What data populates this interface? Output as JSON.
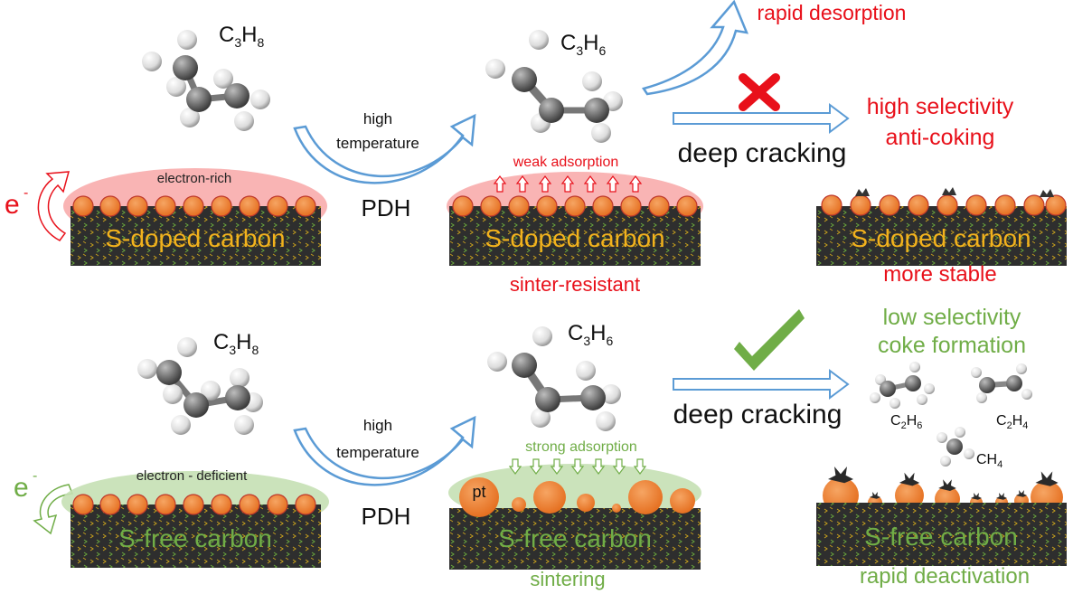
{
  "colors": {
    "red_text": "#e8101a",
    "green_text": "#70ad47",
    "orange_particle": "#ee7d2d",
    "carbon_dark": "#2e2e2e",
    "carbon_label": "#f2b21d",
    "arrow_blue": "#5b9bd5",
    "red_glow": "#f79b9b",
    "green_glow": "#c5e0b4"
  },
  "molecules": {
    "propane": {
      "base": "C",
      "sub1": "3",
      "mid": "H",
      "sub2": "8"
    },
    "propylene": {
      "base": "C",
      "sub1": "3",
      "mid": "H",
      "sub2": "6"
    },
    "ethane": {
      "base": "C",
      "sub1": "2",
      "mid": "H",
      "sub2": "6"
    },
    "ethylene": {
      "base": "C",
      "sub1": "2",
      "mid": "H",
      "sub2": "4"
    },
    "methane": {
      "base": "CH",
      "sub1": "4"
    }
  },
  "top_row": {
    "electron_label": "e",
    "electron_sup": "-",
    "surface_label": "electron-rich",
    "substrate_label": "S-doped carbon",
    "process_line1": "high",
    "process_line2": "temperature",
    "process_name": "PDH",
    "adsorption_label": "weak adsorption",
    "mid_caption": "sinter-resistant",
    "desorption_label": "rapid desorption",
    "cracking_label": "deep cracking",
    "cracking_blocked_icon": "cross-icon",
    "outcome_line1": "high selectivity",
    "outcome_line2": "anti-coking",
    "right_caption": "more stable"
  },
  "bottom_row": {
    "electron_label": "e",
    "electron_sup": "-",
    "surface_label": "electron - deficient",
    "substrate_label": "S-free carbon",
    "process_line1": "high",
    "process_line2": "temperature",
    "process_name": "PDH",
    "adsorption_label": "strong adsorption",
    "particle_label": "pt",
    "mid_caption": "sintering",
    "cracking_label": "deep cracking",
    "cracking_allowed_icon": "check-icon",
    "outcome_line1": "low selectivity",
    "outcome_line2": "coke formation",
    "right_caption": "rapid deactivation"
  }
}
